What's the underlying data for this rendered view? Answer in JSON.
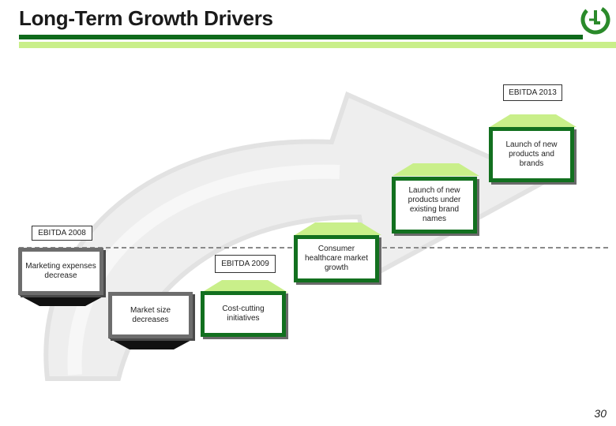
{
  "header": {
    "title": "Long-Term Growth Drivers"
  },
  "diagram": {
    "ebitda_2013": "EBITDA 2013",
    "ebitda_2008": "EBITDA 2008",
    "ebitda_2009": "EBITDA 2009",
    "marketing": "Marketing expenses decrease",
    "market_size": "Market size decreases",
    "cost_cutting": "Cost-cutting initiatives",
    "consumer_healthcare": "Consumer healthcare market growth",
    "launch_existing": "Launch of new products under existing brand names",
    "launch_new": "Launch of new products and brands"
  },
  "footer": {
    "page_number": "30"
  },
  "colors": {
    "dark_green": "#0f6a1b",
    "light_green": "#c9ef8a",
    "grey": "#6d6d6d"
  }
}
